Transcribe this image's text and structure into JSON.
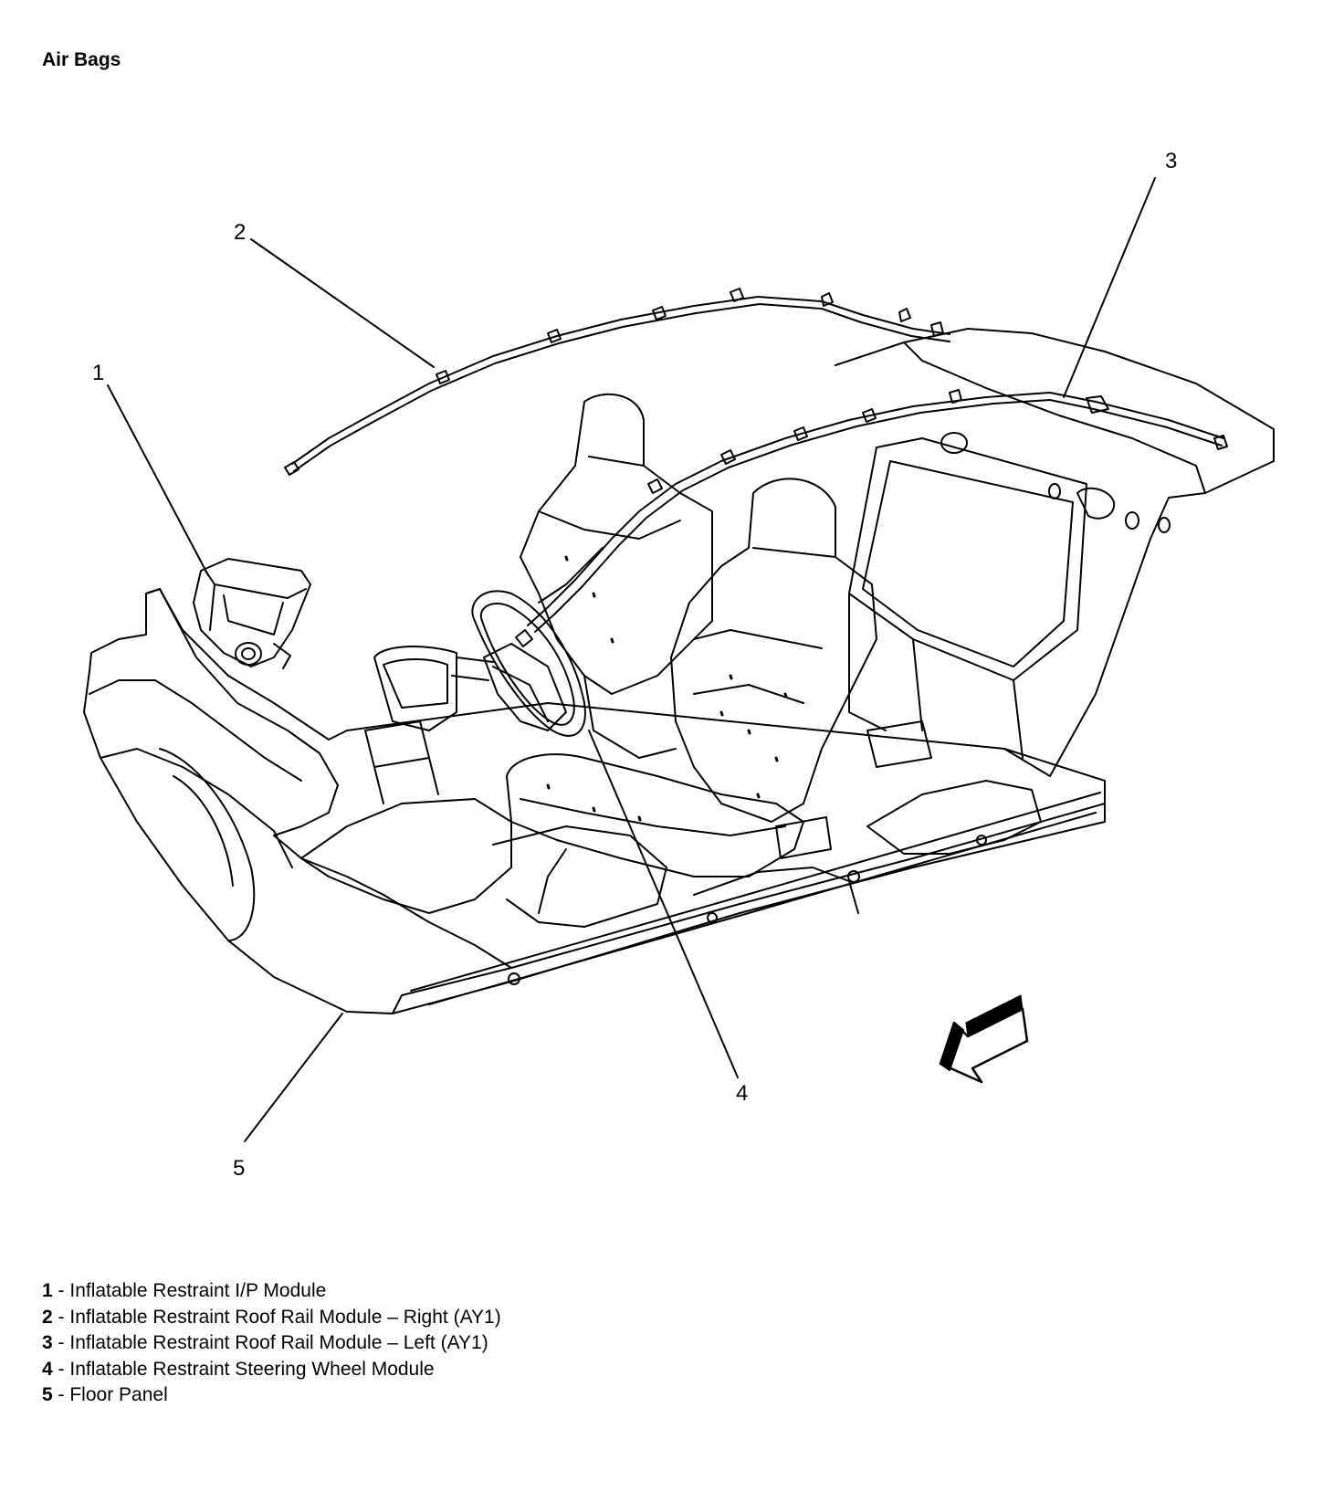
{
  "title": "Air Bags",
  "callouts": [
    {
      "number": "1"
    },
    {
      "number": "2"
    },
    {
      "number": "3"
    },
    {
      "number": "4"
    },
    {
      "number": "5"
    }
  ],
  "legend": [
    {
      "number": "1",
      "separator": " - ",
      "text": "Inflatable Restraint I/P Module"
    },
    {
      "number": "2",
      "separator": " - ",
      "text": "Inflatable Restraint Roof Rail Module – Right (AY1)"
    },
    {
      "number": "3",
      "separator": " - ",
      "text": "Inflatable Restraint Roof Rail Module – Left (AY1)"
    },
    {
      "number": "4",
      "separator": " - ",
      "text": "Inflatable Restraint Steering Wheel Module"
    },
    {
      "number": "5",
      "separator": " - ",
      "text": "Floor Panel"
    }
  ]
}
